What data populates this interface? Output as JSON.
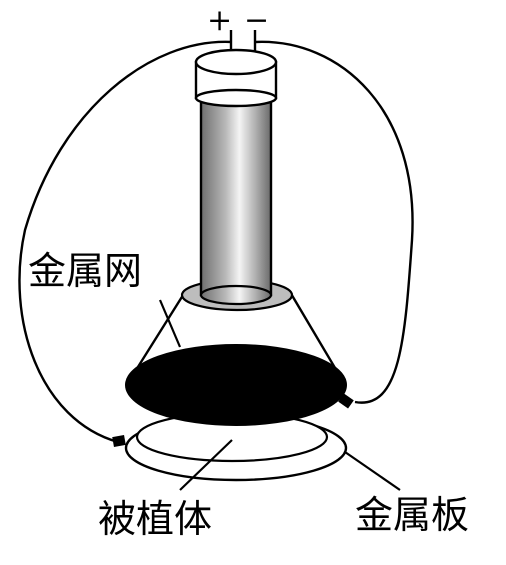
{
  "labels": {
    "plus": "+",
    "minus": "−",
    "metal_mesh": "金属网",
    "specimen": "被植体",
    "metal_plate": "金属板"
  },
  "colors": {
    "stroke": "#000000",
    "mesh_fill": "#000000",
    "background": "#ffffff",
    "tube_dark": "#6f6f6f",
    "tube_light": "#f4f4f4",
    "collar_fill": "#bdbdbd"
  }
}
